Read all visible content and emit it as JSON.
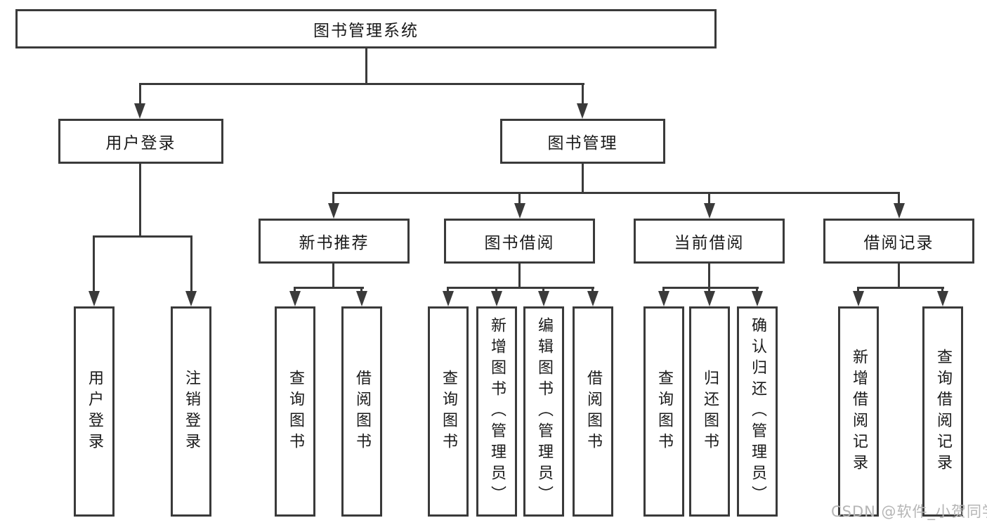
{
  "diagram_title": "图书管理系统",
  "watermark": "CSDN @软件_小贺同学",
  "colors": {
    "background": "#ffffff",
    "line": "#3a3a3a",
    "text": "#1a1a1a",
    "watermark": "#b5b5b5"
  },
  "tree": {
    "label": "图书管理系统",
    "children": [
      {
        "label": "用户登录",
        "children": [
          {
            "label": "用户登录"
          },
          {
            "label": "注销登录"
          }
        ]
      },
      {
        "label": "图书管理",
        "children": [
          {
            "label": "新书推荐",
            "children": [
              {
                "label": "查询图书"
              },
              {
                "label": "借阅图书"
              }
            ]
          },
          {
            "label": "图书借阅",
            "children": [
              {
                "label": "查询图书"
              },
              {
                "label": "新增图书（管理员）"
              },
              {
                "label": "编辑图书（管理员）"
              },
              {
                "label": "借阅图书"
              }
            ]
          },
          {
            "label": "当前借阅",
            "children": [
              {
                "label": "查询图书"
              },
              {
                "label": "归还图书"
              },
              {
                "label": "确认归还（管理员）"
              }
            ]
          },
          {
            "label": "借阅记录",
            "children": [
              {
                "label": "新增借阅记录"
              },
              {
                "label": "查询借阅记录"
              }
            ]
          }
        ]
      }
    ]
  }
}
